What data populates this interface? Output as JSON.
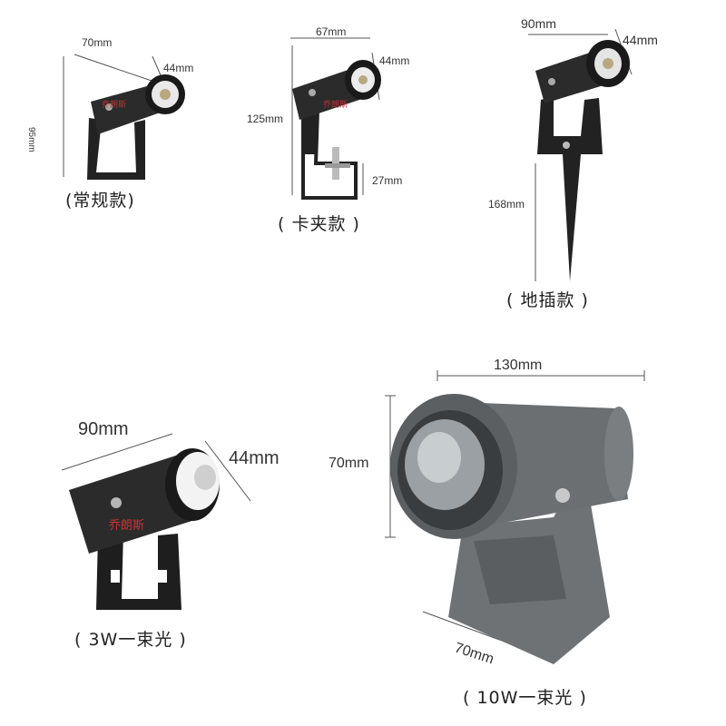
{
  "products": [
    {
      "caption": "(常规款)",
      "dims": {
        "length": "70mm",
        "diameter": "44mm",
        "height": "95mm"
      },
      "brand": "乔朗斯"
    },
    {
      "caption": "( 卡夹款 )",
      "dims": {
        "length": "67mm",
        "diameter": "44mm",
        "height": "125mm",
        "clip": "27mm"
      },
      "brand": "乔朗斯"
    },
    {
      "caption": "( 地插款 )",
      "dims": {
        "length": "90mm",
        "diameter": "44mm",
        "spike": "168mm"
      }
    },
    {
      "caption": "( 3W一束光 )",
      "dims": {
        "length": "90mm",
        "diameter": "44mm"
      },
      "brand": "乔朗斯"
    },
    {
      "caption": "( 10W一束光 )",
      "dims": {
        "length": "130mm",
        "height": "70mm",
        "base": "70mm"
      }
    }
  ],
  "colors": {
    "lamp_dark": "#2b2b2b",
    "lamp_grey": "#6e7275",
    "bracket": "#222222",
    "dim_line": "#555555"
  }
}
